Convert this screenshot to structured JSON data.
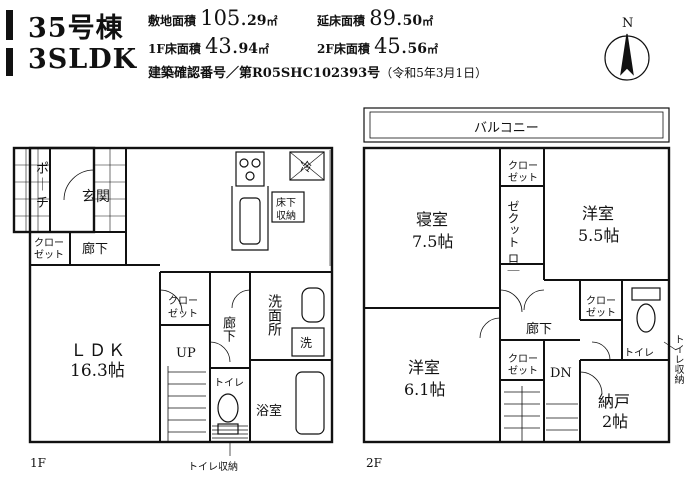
{
  "header": {
    "lot_name": "35号棟",
    "layout_type": "3SLDK",
    "site_area_label": "敷地面積",
    "site_area_int": "105.",
    "site_area_dec": "29",
    "floor_area_label": "延床面積",
    "floor_area_int": "89.",
    "floor_area_dec": "50",
    "f1_label": "1F床面積",
    "f1_int": "43.",
    "f1_dec": "94",
    "f2_label": "2F床面積",
    "f2_int": "45.",
    "f2_dec": "56",
    "unit": "㎡",
    "permit_text": "建築確認番号／第R05SHC102393号",
    "permit_date": "（令和5年3月1日）"
  },
  "compass": {
    "label": "N"
  },
  "floor1": {
    "label": "1F",
    "rooms": {
      "porch_a": "ポ",
      "porch_b": "｜",
      "porch_c": "チ",
      "entrance": "玄関",
      "closet_entry_1": "クロー",
      "closet_entry_2": "ゼット",
      "corridor": "廊下",
      "ldk_1": "ＬＤＫ",
      "ldk_2": "16.3帖",
      "fridge": "冷",
      "underfloor_1": "床下",
      "underfloor_2": "収納",
      "closet_mid_1": "クロー",
      "closet_mid_2": "ゼット",
      "corridor_v": "廊下",
      "up": "UP",
      "toilet": "トイレ",
      "washroom": "洗面所",
      "washer": "洗",
      "bathroom": "浴室",
      "toilet_storage": "トイレ収納"
    }
  },
  "floor2": {
    "label": "2F",
    "rooms": {
      "balcony": "バルコニー",
      "closet_a_1": "クロー",
      "closet_a_2": "ゼット",
      "bedroom_1": "寝室",
      "bedroom_2": "7.5帖",
      "wic": "ゼクット ロ｜",
      "western1_1": "洋室",
      "western1_2": "5.5帖",
      "closet_b_1": "クロー",
      "closet_b_2": "ゼット",
      "corridor": "廊下",
      "western2_1": "洋室",
      "western2_2": "6.1帖",
      "closet_c_1": "クロー",
      "closet_c_2": "ゼット",
      "dn": "DN",
      "toilet": "トイレ",
      "toilet_storage": "トイレ収納",
      "storage_1": "納戸",
      "storage_2": "2帖"
    }
  }
}
